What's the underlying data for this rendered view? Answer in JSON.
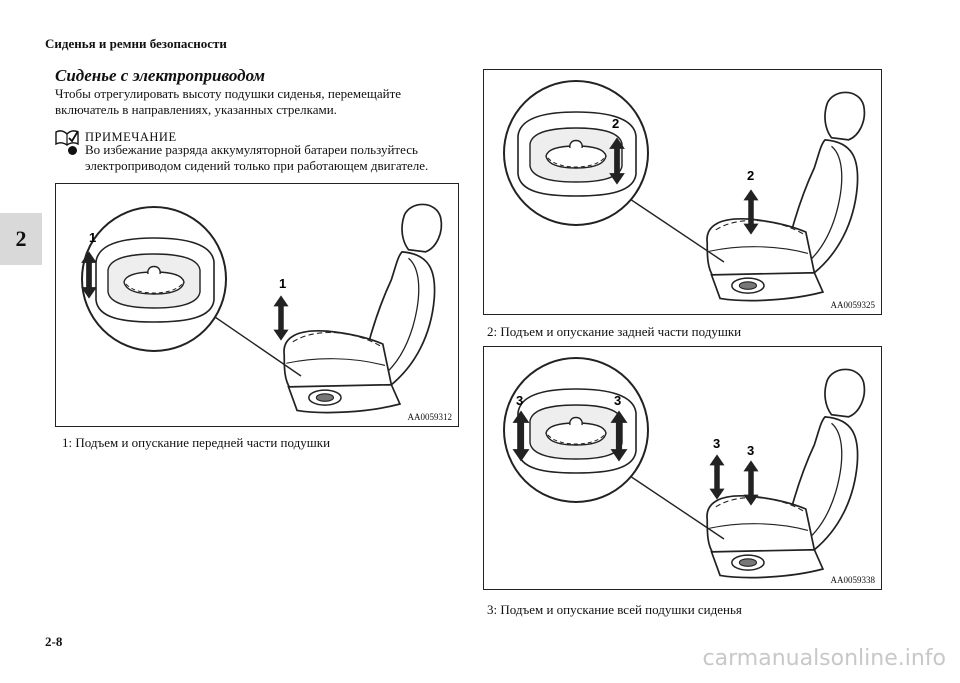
{
  "header": {
    "section": "Сиденья и ремни безопасности"
  },
  "chapter_tab": "2",
  "section_title": "Сиденье с электроприводом",
  "intro_text": "Чтобы отрегулировать высоту подушки сиденья, перемещайте включатель в направлениях, указанных стрелками.",
  "note": {
    "label": "ПРИМЕЧАНИЕ",
    "items": [
      "Во избежание разряда аккумуляторной батареи пользуйтесь электроприводом сидений только при работающем двигателе."
    ]
  },
  "figures": [
    {
      "code": "AA0059312",
      "callout": "1",
      "caption": "1:  Подъем и опускание передней части подушки"
    },
    {
      "code": "AA0059325",
      "callout": "2",
      "caption": "2:  Подъем и опускание задней части подушки"
    },
    {
      "code": "AA0059338",
      "callout": "3",
      "caption": "3:  Подъем и опускание всей подушки сиденья"
    }
  ],
  "page_number": "2-8",
  "watermark": "carmanualsonline.info"
}
